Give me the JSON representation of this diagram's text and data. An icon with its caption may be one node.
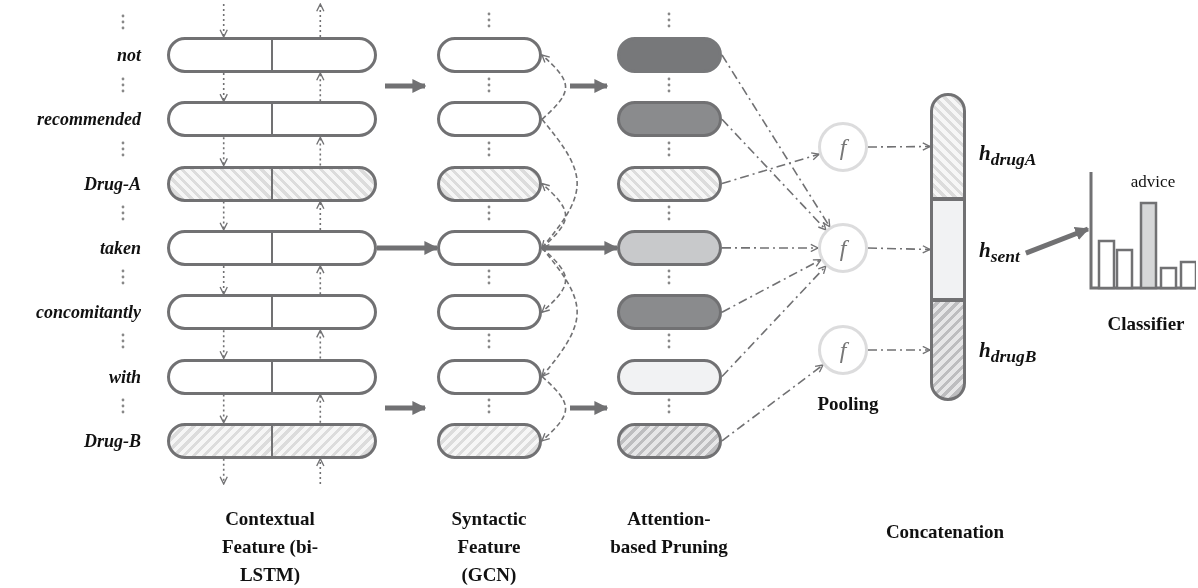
{
  "diagram": {
    "nodes": [
      {
        "text": [],
        "shape": "box",
        "beside": [
          "not"
        ]
      },
      {
        "text": [],
        "shape": "box",
        "beside": [
          "recommended"
        ]
      },
      {
        "text": [],
        "shape": "box",
        "beside": [
          "Drug-A"
        ]
      },
      {
        "text": [],
        "shape": "box",
        "beside": [
          "taken"
        ]
      },
      {
        "text": [],
        "shape": "box",
        "beside": [
          "concomitantly"
        ]
      },
      {
        "text": [],
        "shape": "box",
        "beside": [
          "with"
        ]
      },
      {
        "text": [],
        "shape": "box",
        "beside": [
          "Drug-B"
        ]
      },
      {
        "text": [],
        "shape": "box"
      },
      {
        "text": [],
        "shape": "box"
      },
      {
        "text": [],
        "shape": "box"
      },
      {
        "text": [],
        "shape": "box"
      },
      {
        "text": [],
        "shape": "box"
      },
      {
        "text": [],
        "shape": "box"
      },
      {
        "text": [],
        "shape": "box"
      },
      {
        "text": [],
        "shape": "box"
      },
      {
        "text": [],
        "shape": "box"
      },
      {
        "text": [],
        "shape": "box"
      },
      {
        "text": [],
        "shape": "box"
      },
      {
        "text": [],
        "shape": "box"
      },
      {
        "text": [],
        "shape": "box"
      },
      {
        "text": [],
        "shape": "box"
      },
      {
        "text": [
          "f"
        ]
      },
      {
        "text": [
          "f"
        ]
      },
      {
        "text": [
          "f"
        ]
      },
      {
        "text": [],
        "shape": "box"
      },
      {
        "text": [],
        "shape": "box"
      },
      {
        "text": [],
        "shape": "box"
      },
      {
        "text": [
          "h$_{drugA}$"
        ]
      },
      {
        "text": [
          "h$_{sent}$"
        ]
      },
      {
        "text": [
          "h$_{drugB}$"
        ]
      },
      {
        "text": [],
        "shape": "picture"
      }
    ],
    "edges": [
      {
        "from": null,
        "to": 0,
        "arrow": "to",
        "style": "dashed"
      },
      {
        "from": 0,
        "to": null,
        "arrow": "to",
        "style": "dashed"
      },
      {
        "from": 0,
        "to": 1,
        "arrow": "to",
        "style": "dashed"
      },
      {
        "from": 1,
        "to": 0,
        "arrow": "to",
        "style": "dashed"
      },
      {
        "from": 1,
        "to": 2,
        "arrow": "to",
        "style": "dashed"
      },
      {
        "from": 2,
        "to": 1,
        "arrow": "to",
        "style": "dashed"
      },
      {
        "from": 2,
        "to": 3,
        "arrow": "to",
        "style": "dashed"
      },
      {
        "from": 3,
        "to": 2,
        "arrow": "to",
        "style": "dashed"
      },
      {
        "from": 3,
        "to": 4,
        "arrow": "to",
        "style": "dashed"
      },
      {
        "from": 4,
        "to": 3,
        "arrow": "to",
        "style": "dashed"
      },
      {
        "from": 4,
        "to": 5,
        "arrow": "to",
        "style": "dashed"
      },
      {
        "from": 5,
        "to": 4,
        "arrow": "to",
        "style": "dashed"
      },
      {
        "from": 5,
        "to": 6,
        "arrow": "to",
        "style": "dashed"
      },
      {
        "from": 6,
        "to": 5,
        "arrow": "to",
        "style": "dashed"
      },
      {
        "from": 6,
        "to": null,
        "arrow": "to",
        "style": "dashed"
      },
      {
        "from": null,
        "to": 6,
        "arrow": "to",
        "style": "dashed"
      },
      {
        "from": 3,
        "to": 10,
        "arrow": "to",
        "style": "thick"
      },
      {
        "from": 10,
        "to": 17,
        "arrow": "to",
        "style": "thick"
      },
      {
        "from": 8,
        "to": 7,
        "arrow": "to",
        "style": "dashed"
      },
      {
        "from": 8,
        "to": 10,
        "arrow": "to",
        "style": "dashed"
      },
      {
        "from": 10,
        "to": 9,
        "arrow": "to",
        "style": "dashed"
      },
      {
        "from": 10,
        "to": 11,
        "arrow": "to",
        "style": "dashed"
      },
      {
        "from": 10,
        "to": 12,
        "arrow": "to",
        "style": "dashed"
      },
      {
        "from": 12,
        "to": 13,
        "arrow": "to",
        "style": "dashed"
      },
      {
        "from": 14,
        "to": 22,
        "arrow": "to",
        "style": "dashed"
      },
      {
        "from": 15,
        "to": 22,
        "arrow": "to",
        "style": "dashed"
      },
      {
        "from": 16,
        "to": 21,
        "arrow": "to",
        "style": "dashed"
      },
      {
        "from": 17,
        "to": 22,
        "arrow": "to",
        "style": "dashed"
      },
      {
        "from": 18,
        "to": 22,
        "arrow": "to",
        "style": "dashed"
      },
      {
        "from": 19,
        "to": 22,
        "arrow": "to",
        "style": "dashed"
      },
      {
        "from": 20,
        "to": 23,
        "arrow": "to",
        "style": "dashed"
      },
      {
        "from": 21,
        "to": 24,
        "arrow": "to",
        "style": "dashed"
      },
      {
        "from": 22,
        "to": 25,
        "arrow": "to",
        "style": "dashed"
      },
      {
        "from": 23,
        "to": 26,
        "arrow": "to",
        "style": "dashed"
      },
      {
        "from": 28,
        "to": 30,
        "arrow": "to",
        "style": "thick"
      }
    ],
    "labels": [
      "advice",
      "Pooling",
      "Classifier",
      "Contextual Feature (bi-LSTM)",
      "Syntactic Feature (GCN)",
      "Attention-based Pruning",
      "Concatenation"
    ]
  }
}
